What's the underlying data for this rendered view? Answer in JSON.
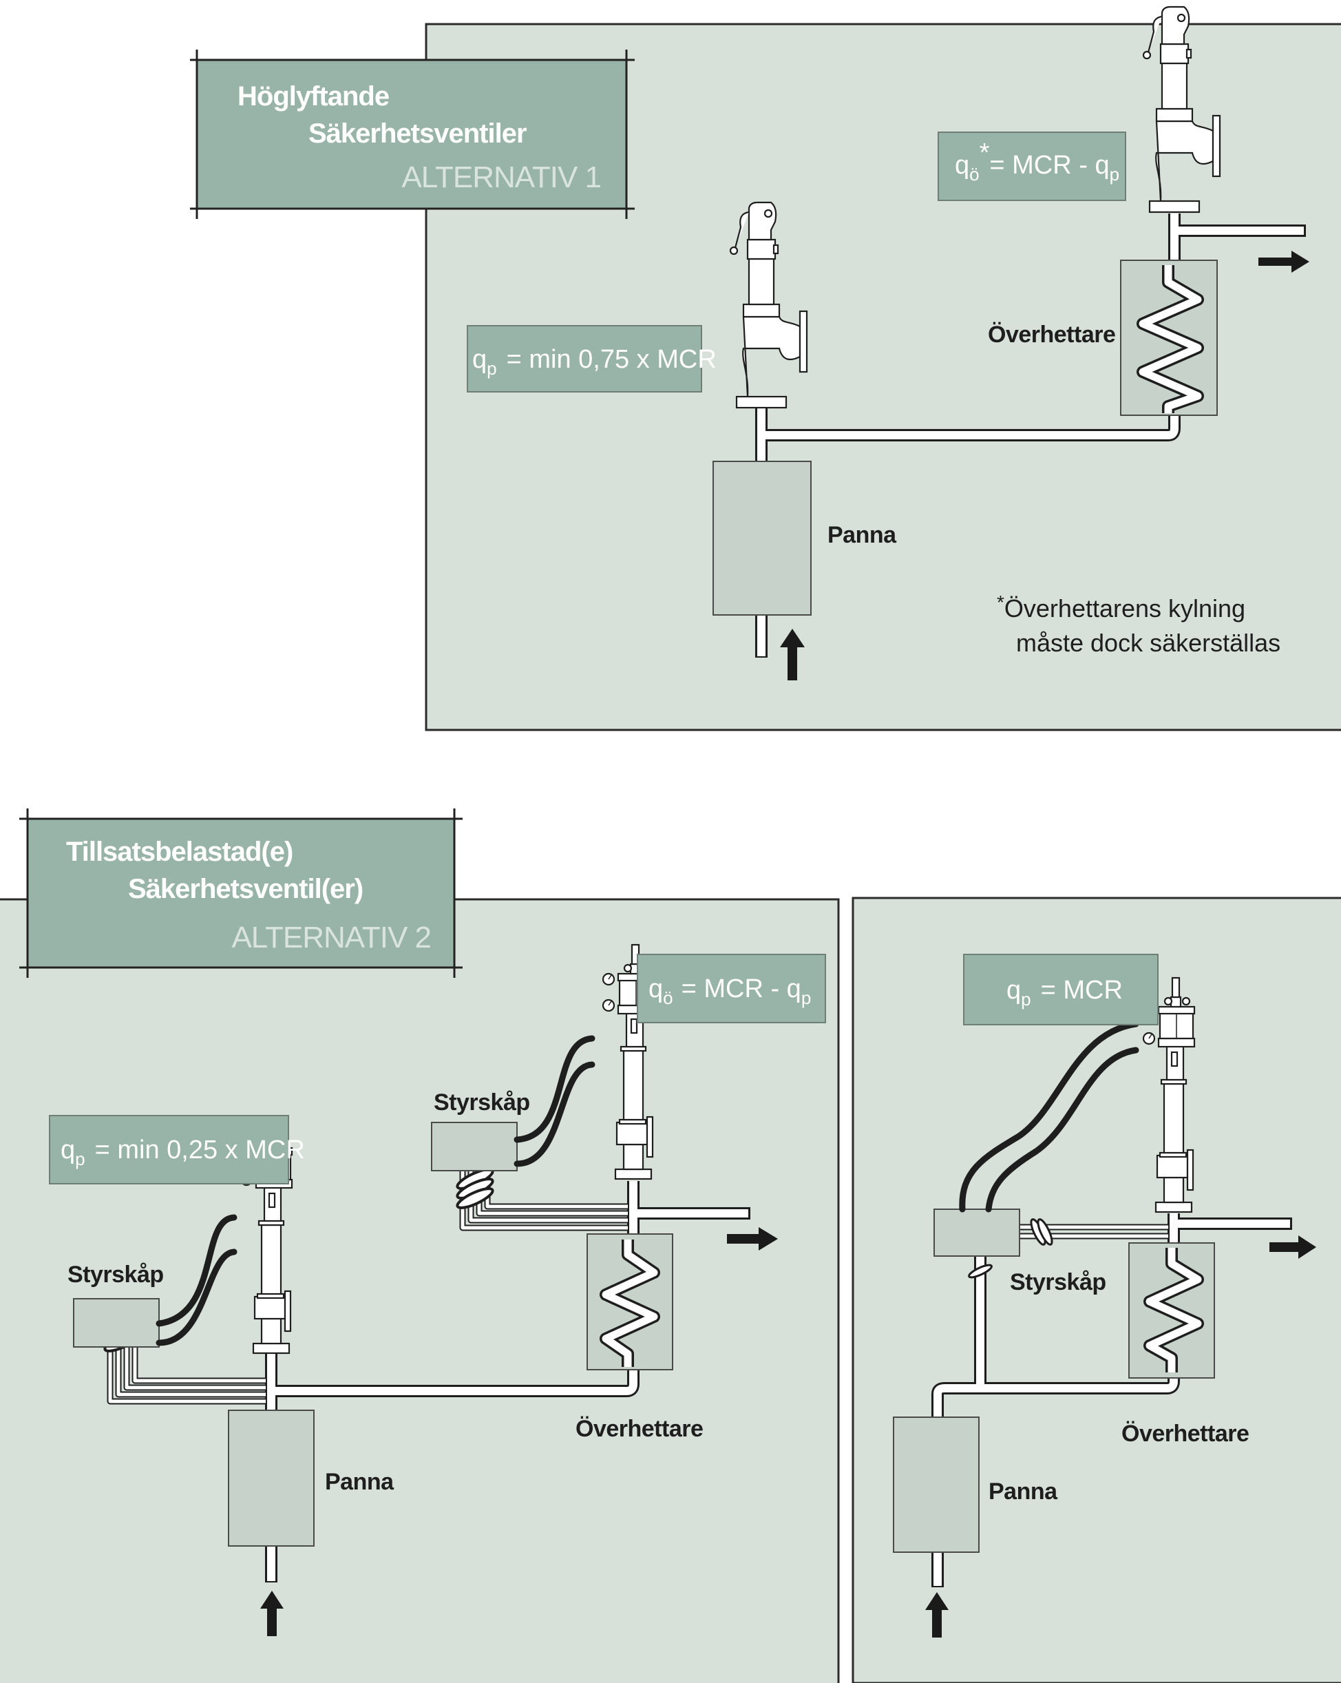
{
  "diagram": {
    "alternative_1": {
      "title_line1": "Höglyftande",
      "title_line2": "Säkerhetsventiler",
      "alternative_label": "ALTERNATIV 1",
      "formula_superheater": {
        "base": "q",
        "sub": "ö",
        "sup": "*",
        "rhs": "= MCR - q",
        "rhs_sub": "p"
      },
      "formula_boiler": {
        "base": "q",
        "sub": "p",
        "rhs": "= min 0,75 x MCR"
      },
      "label_superheater": "Överhettare",
      "label_boiler": "Panna",
      "footnote_mark": "*",
      "footnote_line1": "Överhettarens kylning",
      "footnote_line2": "måste dock säkerställas"
    },
    "alternative_2": {
      "title_line1": "Tillsatsbelastad(e)",
      "title_line2": "Säkerhetsventil(er)",
      "alternative_label": "ALTERNATIV 2",
      "formula_superheater": {
        "base": "q",
        "sub": "ö",
        "rhs": "= MCR - q",
        "rhs_sub": "p"
      },
      "formula_boiler": {
        "base": "q",
        "sub": "p",
        "rhs": "= min 0,25 x MCR"
      },
      "label_control_cabinet_1": "Styrskåp",
      "label_control_cabinet_2": "Styrskåp",
      "label_superheater": "Överhettare",
      "label_boiler": "Panna"
    },
    "alternative_2b": {
      "formula": {
        "base": "q",
        "sub": "p",
        "rhs": "= MCR"
      },
      "label_control_cabinet": "Styrskåp",
      "label_superheater": "Överhettare",
      "label_boiler": "Panna"
    },
    "icons": {
      "spring_valve": "spring-loaded-safety-valve",
      "supplementary_valve": "supplementary-loaded-safety-valve",
      "flow_arrow": "arrow",
      "coil": "superheater-coil"
    }
  }
}
